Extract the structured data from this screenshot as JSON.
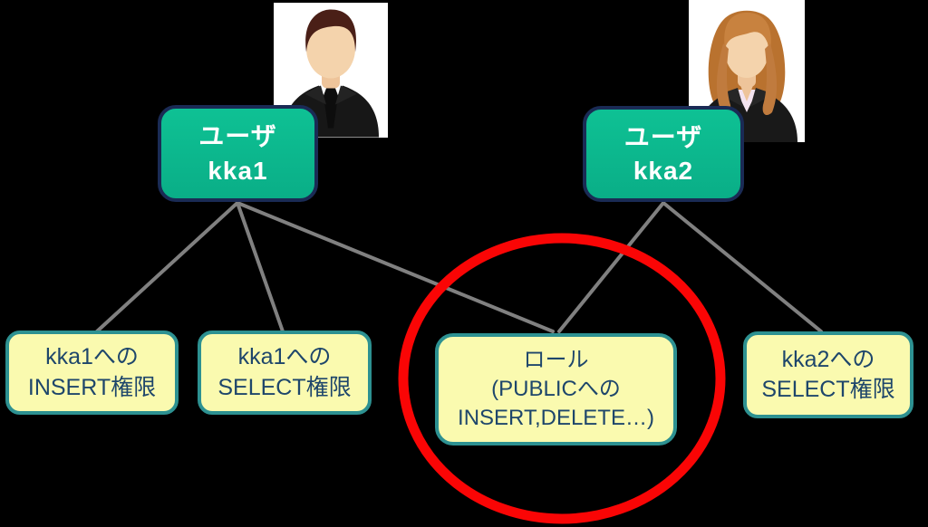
{
  "colors": {
    "background": "#000000",
    "user_box_fill": "#0EC194",
    "user_box_fill_dark": "#0AAE87",
    "user_box_border": "#1A2B55",
    "user_box_text": "#FFFFFF",
    "grant_box_fill": "#FAFAAF",
    "grant_box_border": "#2D9191",
    "grant_box_text": "#1E466B",
    "connector_gray": "#808080",
    "highlight_red": "#FA0505",
    "avatar_bg": "#FFFFFF"
  },
  "users": [
    {
      "line1": "ユーザ",
      "line2": "kka1",
      "avatar": "male-user-avatar"
    },
    {
      "line1": "ユーザ",
      "line2": "kka2",
      "avatar": "female-user-avatar"
    }
  ],
  "privileges": [
    {
      "line1": "kka1への",
      "line2": "INSERT権限"
    },
    {
      "line1": "kka1への",
      "line2": "SELECT権限"
    },
    {
      "line1": "ロール",
      "line2": "(PUBLICへの",
      "line3": "INSERT,DELETE…)"
    },
    {
      "line1": "kka2への",
      "line2": "SELECT権限"
    }
  ],
  "highlight": {
    "description": "red circle around role box"
  }
}
